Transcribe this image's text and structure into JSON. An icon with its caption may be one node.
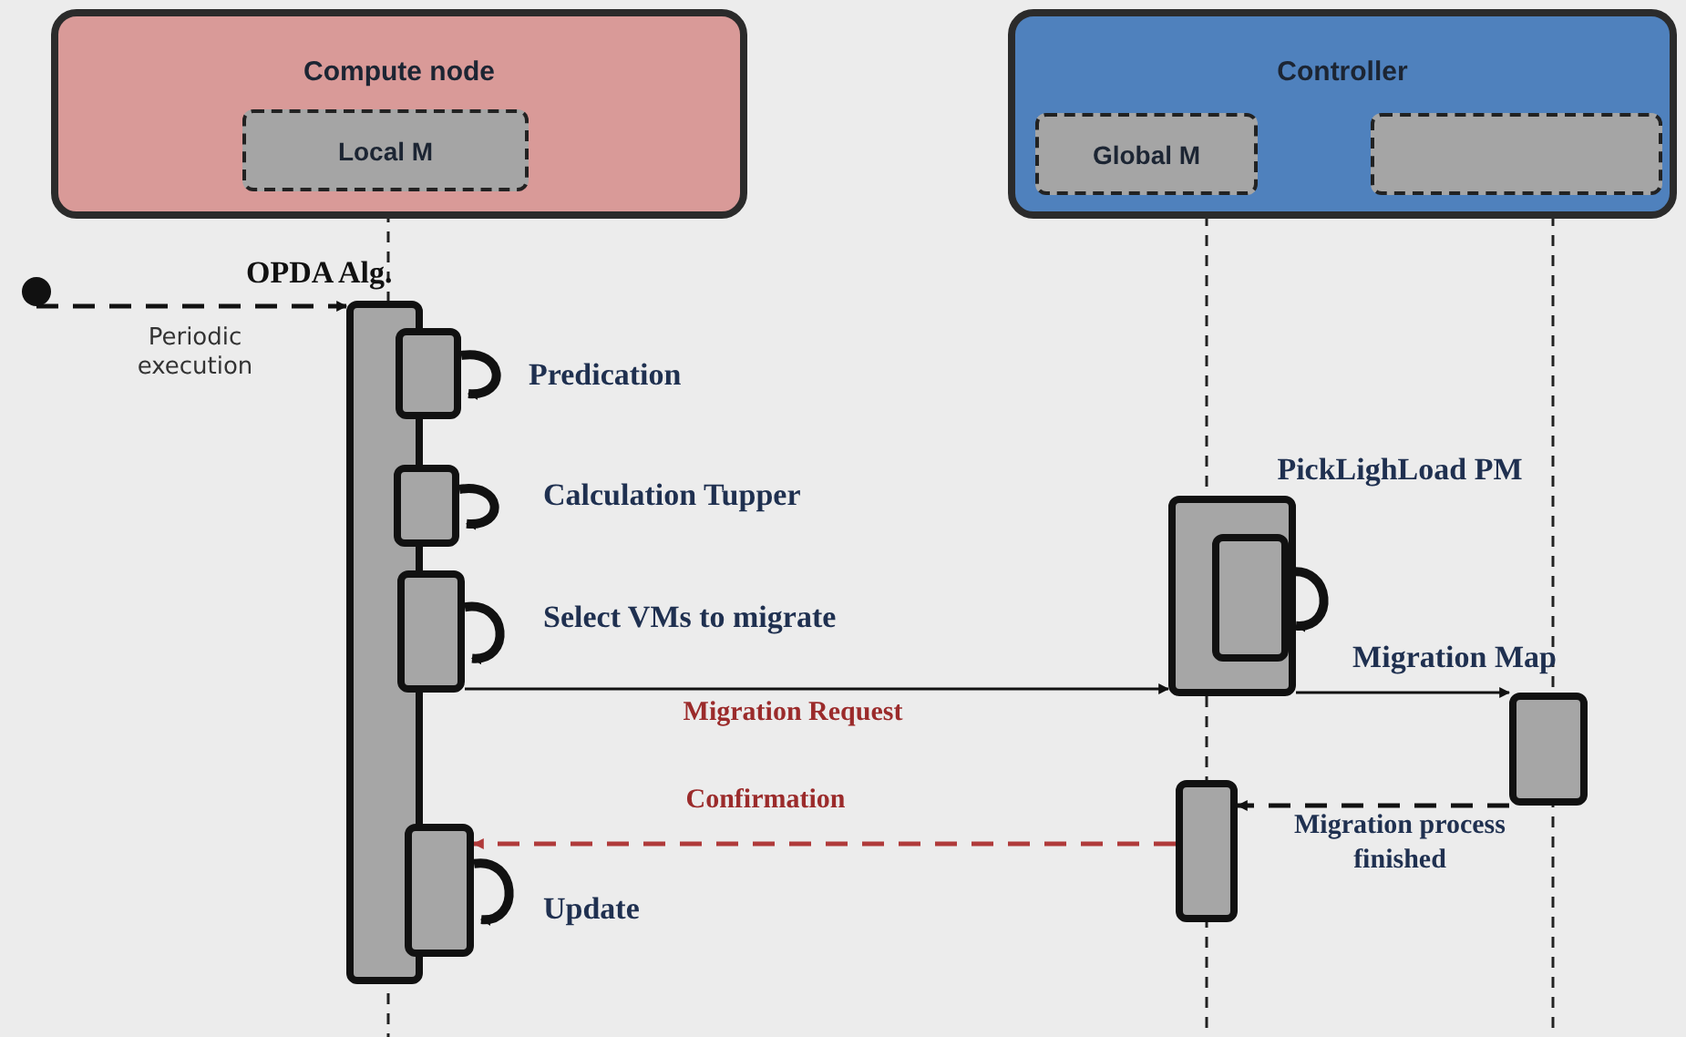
{
  "diagram": {
    "nodes": [
      {
        "text": [
          "Compute node"
        ]
      },
      {
        "text": [
          "Local M"
        ],
        "in": 0
      },
      {
        "text": [
          "Controller"
        ]
      },
      {
        "text": [
          "Global M"
        ],
        "in": 2
      },
      {
        "text": [],
        "shape": "box",
        "in": 2
      },
      {
        "text": [],
        "shape": "circle"
      },
      {
        "text": [
          "OPDA Alg."
        ]
      },
      {
        "text": [],
        "shape": "box",
        "beside": [
          "Predication"
        ]
      },
      {
        "text": [],
        "shape": "box",
        "beside": [
          "Calculation Tupper"
        ]
      },
      {
        "text": [],
        "shape": "box",
        "beside": [
          "Select VMs to migrate"
        ]
      },
      {
        "text": [],
        "shape": "box",
        "beside": [
          "Update"
        ]
      },
      {
        "text": [],
        "shape": "box"
      },
      {
        "text": [],
        "shape": "box",
        "beside": [
          "PickLighLoad PM"
        ],
        "in": 11
      },
      {
        "text": [],
        "shape": "box"
      },
      {
        "text": [],
        "shape": "box"
      }
    ],
    "edges": [
      {
        "from": 5,
        "to": 6,
        "arrow": "to",
        "style": "dashed",
        "label": "Periodic execution"
      },
      {
        "from": 7,
        "to": 7,
        "arrow": "to",
        "style": "thick"
      },
      {
        "from": 8,
        "to": 8,
        "arrow": "to",
        "style": "thick"
      },
      {
        "from": 9,
        "to": 9,
        "arrow": "to",
        "style": "thick"
      },
      {
        "from": 10,
        "to": 10,
        "arrow": "to",
        "style": "thick"
      },
      {
        "from": 12,
        "to": 12,
        "arrow": "to",
        "style": "thick"
      },
      {
        "from": 9,
        "to": 11,
        "arrow": "to",
        "label": "Migration Request"
      },
      {
        "from": 11,
        "to": 13,
        "arrow": "to",
        "label": "Migration Map"
      },
      {
        "from": 13,
        "to": 14,
        "arrow": "to",
        "style": "dashed",
        "label": "Migration process finished"
      },
      {
        "from": 14,
        "to": 10,
        "arrow": "to",
        "style": "dashed",
        "color": "#b03a3a",
        "label": "Confirmation"
      }
    ]
  }
}
